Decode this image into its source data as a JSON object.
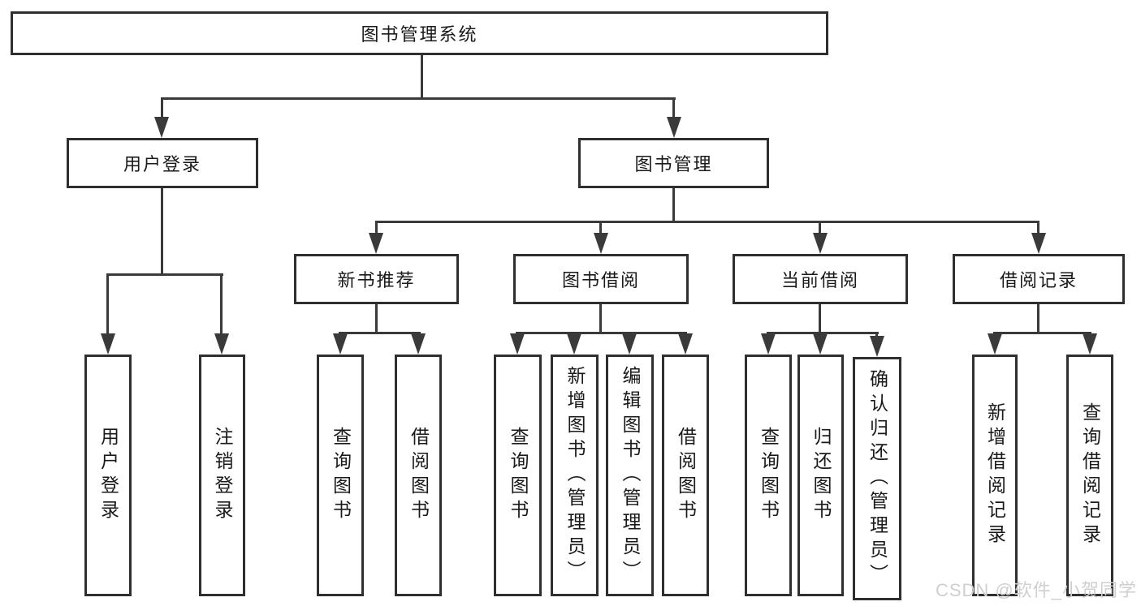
{
  "tree": {
    "root": {
      "label": "图书管理系统"
    },
    "branches": [
      {
        "label": "用户登录",
        "children": [
          {
            "label": "用户登录"
          },
          {
            "label": "注销登录"
          }
        ]
      },
      {
        "label": "图书管理",
        "children": [
          {
            "label": "新书推荐",
            "children": [
              {
                "label": "查询图书"
              },
              {
                "label": "借阅图书"
              }
            ]
          },
          {
            "label": "图书借阅",
            "children": [
              {
                "label": "查询图书"
              },
              {
                "label": "新增图书（管理员）"
              },
              {
                "label": "编辑图书（管理员）"
              },
              {
                "label": "借阅图书"
              }
            ]
          },
          {
            "label": "当前借阅",
            "children": [
              {
                "label": "查询图书"
              },
              {
                "label": "归还图书"
              },
              {
                "label": "确认归还（管理员）"
              }
            ]
          },
          {
            "label": "借阅记录",
            "children": [
              {
                "label": "新增借阅记录"
              },
              {
                "label": "查询借阅记录"
              }
            ]
          }
        ]
      }
    ]
  },
  "watermark": "CSDN @软件_小贺同学",
  "colors": {
    "line": "#3a3a3a",
    "box_border": "#2f2f2f",
    "background": "#ffffff",
    "text": "#1a1a1a",
    "watermark": "#cfcfcf"
  }
}
